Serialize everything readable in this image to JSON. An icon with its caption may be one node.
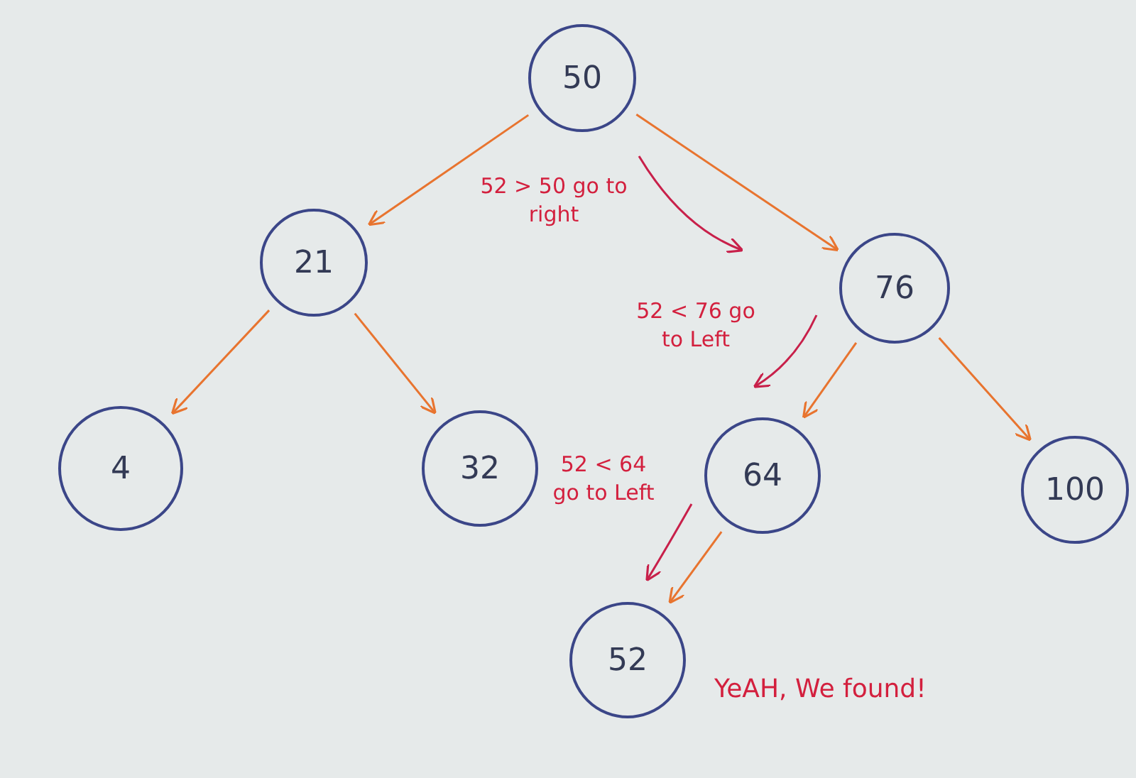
{
  "diagram": {
    "nodes": [
      {
        "text": [
          "50"
        ]
      },
      {
        "text": [
          "21"
        ]
      },
      {
        "text": [
          "76"
        ]
      },
      {
        "text": [
          "4"
        ]
      },
      {
        "text": [
          "32"
        ]
      },
      {
        "text": [
          "64"
        ]
      },
      {
        "text": [
          "100"
        ]
      },
      {
        "text": [
          "52"
        ],
        "beside": [
          "YeAH, We found!"
        ]
      }
    ],
    "edges": [
      {
        "from": 0,
        "to": 1,
        "arrow": "to"
      },
      {
        "from": 0,
        "to": 2,
        "arrow": "to"
      },
      {
        "from": 1,
        "to": 3,
        "arrow": "to"
      },
      {
        "from": 1,
        "to": 4,
        "arrow": "to"
      },
      {
        "from": 2,
        "to": 5,
        "arrow": "to"
      },
      {
        "from": 2,
        "to": 6,
        "arrow": "to"
      },
      {
        "from": 5,
        "to": 7,
        "arrow": "to"
      }
    ],
    "labels": [
      "52 > 50 go to right",
      "52 < 76 go to Left",
      "52 < 64 go to Left"
    ]
  }
}
